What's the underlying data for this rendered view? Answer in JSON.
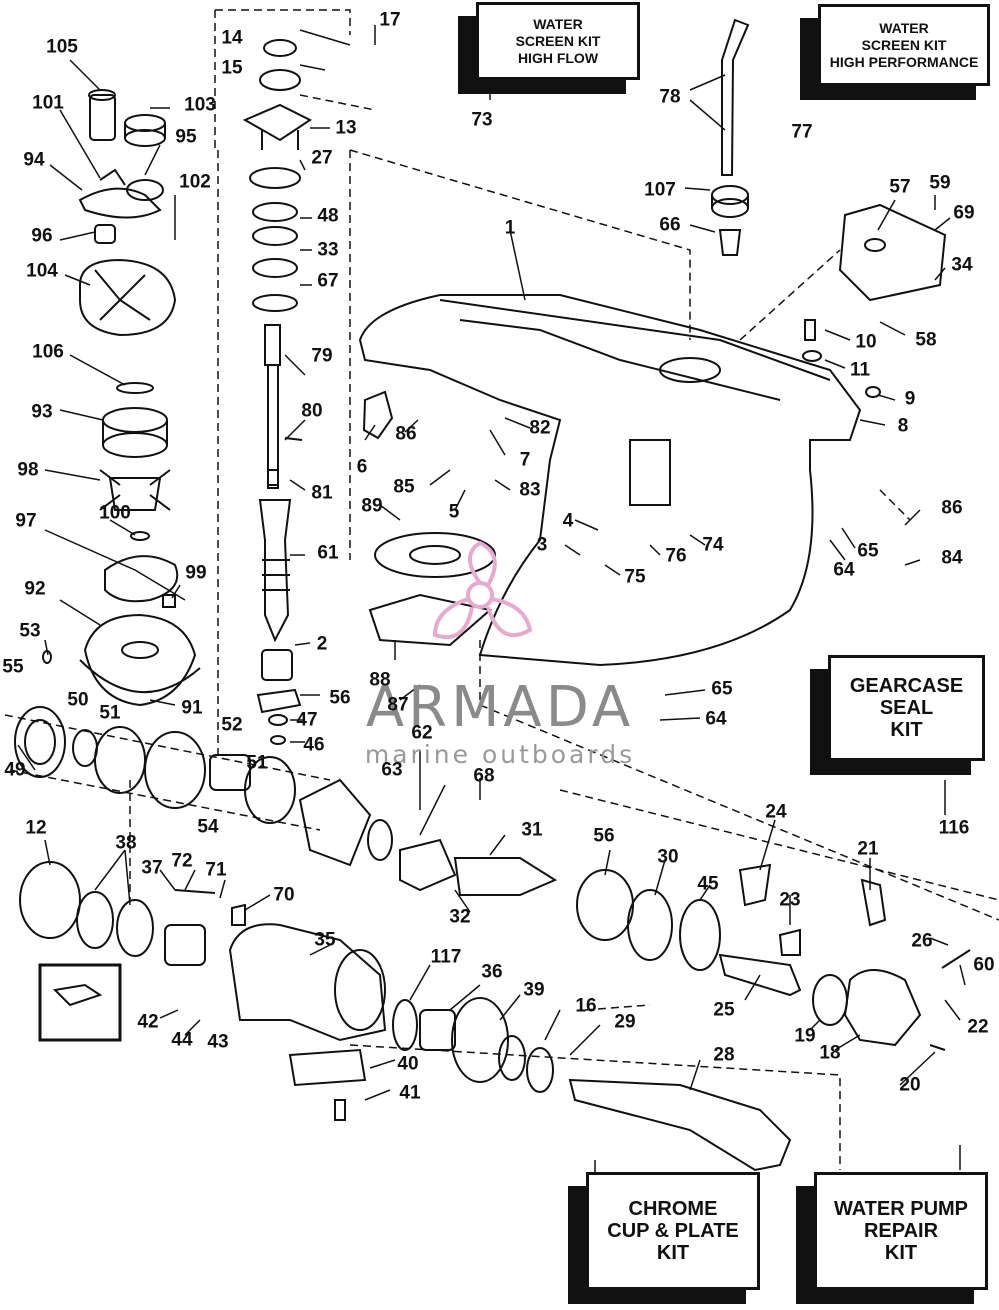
{
  "callouts": [
    "105",
    "101",
    "103",
    "95",
    "94",
    "102",
    "96",
    "104",
    "106",
    "93",
    "98",
    "97",
    "100",
    "99",
    "92",
    "53",
    "55",
    "50",
    "51",
    "91",
    "52",
    "49",
    "12",
    "38",
    "37",
    "72",
    "71",
    "70",
    "42",
    "44",
    "43",
    "14",
    "17",
    "15",
    "13",
    "27",
    "48",
    "33",
    "67",
    "79",
    "80",
    "81",
    "61",
    "2",
    "56",
    "47",
    "46",
    "51",
    "54",
    "62",
    "63",
    "68",
    "31",
    "32",
    "35",
    "117",
    "36",
    "39",
    "16",
    "29",
    "28",
    "40",
    "41",
    "73",
    "78",
    "77",
    "107",
    "66",
    "1",
    "57",
    "59",
    "69",
    "34",
    "10",
    "58",
    "11",
    "9",
    "8",
    "6",
    "86",
    "82",
    "7",
    "85",
    "83",
    "5",
    "89",
    "4",
    "3",
    "76",
    "75",
    "74",
    "86",
    "65",
    "64",
    "84",
    "88",
    "87",
    "65",
    "64",
    "24",
    "21",
    "56",
    "30",
    "45",
    "23",
    "26",
    "60",
    "25",
    "19",
    "18",
    "22",
    "20",
    "116"
  ],
  "kits": {
    "water_screen_high_flow": {
      "lines": [
        "WATER",
        "SCREEN KIT",
        "HIGH FLOW"
      ]
    },
    "water_screen_high_performance": {
      "lines": [
        "WATER",
        "SCREEN KIT",
        "HIGH PERFORMANCE"
      ]
    },
    "gearcase_seal": {
      "lines": [
        "GEARCASE",
        "SEAL",
        "KIT"
      ]
    },
    "chrome_cup_plate": {
      "lines": [
        "CHROME",
        "CUP & PLATE",
        "KIT"
      ]
    },
    "water_pump_repair": {
      "lines": [
        "WATER PUMP",
        "REPAIR",
        "KIT"
      ]
    }
  },
  "watermark": {
    "name": "ARMADA",
    "tagline": "marine outboards",
    "color": "#e7a9cc"
  }
}
